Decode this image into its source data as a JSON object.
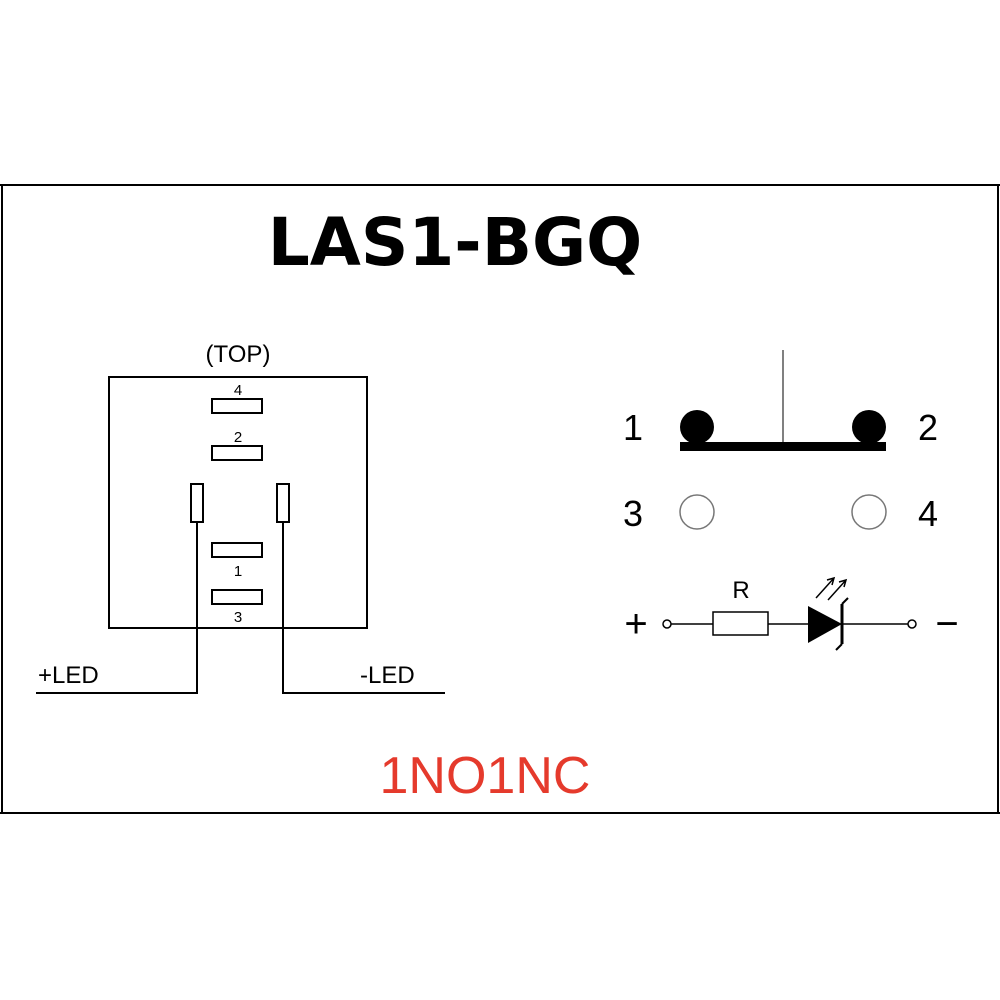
{
  "title": "LAS1-BGQ",
  "subtitle": "1NO1NC",
  "colors": {
    "ink": "#000000",
    "subtitle": "#e53a2c",
    "background": "#ffffff"
  },
  "pin_view": {
    "caption": "(TOP)",
    "pin_labels": {
      "pin4": "4",
      "pin2": "2",
      "pin1": "1",
      "pin3": "3"
    },
    "led_labels": {
      "plus": "+LED",
      "minus": "-LED"
    }
  },
  "contact_schematic": {
    "no_pair": {
      "left": "1",
      "right": "2"
    },
    "nc_pair": {
      "left": "3",
      "right": "4"
    }
  },
  "led_circuit": {
    "plus": "+",
    "minus": "−",
    "resistor": "R",
    "icons": [
      "resistor-icon",
      "led-diode-icon",
      "light-rays-icon"
    ]
  }
}
